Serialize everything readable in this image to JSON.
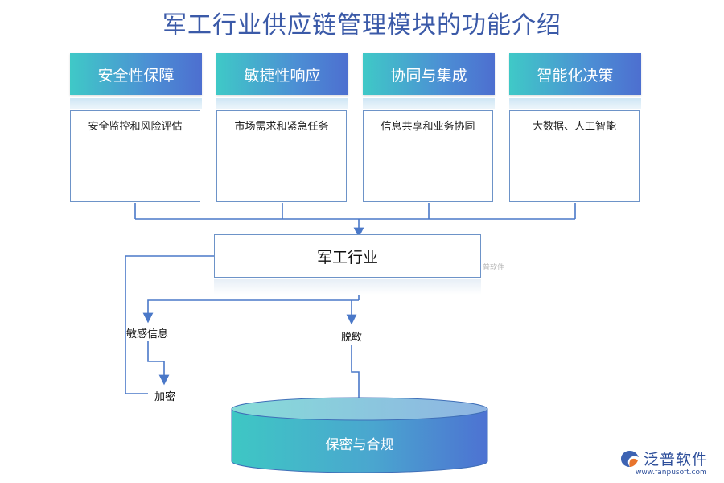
{
  "title": "军工行业供应链管理模块的功能介绍",
  "features": [
    {
      "header": "安全性保障",
      "desc": "安全监控和风险评估"
    },
    {
      "header": "敏捷性响应",
      "desc": "市场需求和紧急任务"
    },
    {
      "header": "协同与集成",
      "desc": "信息共享和业务协同"
    },
    {
      "header": "智能化决策",
      "desc": "大数据、人工智能"
    }
  ],
  "center": "军工行业",
  "branches": {
    "sensitive": "敏感信息",
    "desensitize": "脱敏",
    "encrypt": "加密"
  },
  "cylinder": "保密与合规",
  "watermark_small": "普软件",
  "logo": {
    "text": "泛普软件",
    "url": "www.fanpusoft.com",
    "icon": "fanpu-logo-icon"
  },
  "colors": {
    "title": "#3b5aa8",
    "line": "#4a78c8",
    "accent": "#4c8fd4"
  }
}
